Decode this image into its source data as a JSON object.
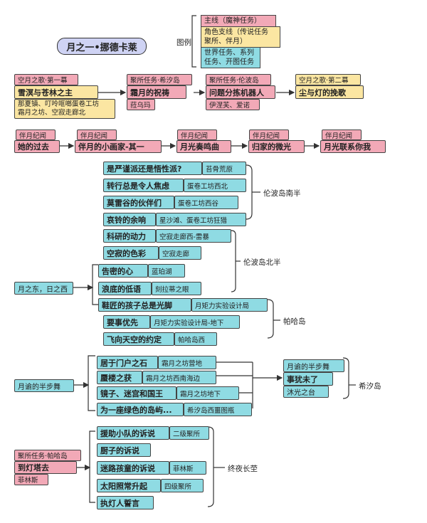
{
  "title": "月之一•挪德卡莱",
  "legend": {
    "label": "图例",
    "main": "主线（魔神任务）",
    "character": "角色支线（传说任务\n聚所、伴月）",
    "world": "世界任务、系列\n任务、开图任务"
  },
  "row1": {
    "start": {
      "tag": "空月之歌·第一幕",
      "name": "雪溟与苍林之主",
      "loc": "那夏镇、叮呤哐啷蛋卷工坊\n霜月之坊、空寂走廊北"
    },
    "n2": {
      "tag": "聚所任务·希汐岛",
      "name": "霜月的祝祷",
      "sub": "菈乌玛"
    },
    "n3": {
      "tag": "聚所任务·伦波岛",
      "name": "问题分拣机器人",
      "sub": "伊涅芙、爱诺"
    },
    "n4": {
      "tag": "空月之歌·第二幕",
      "name": "尘与灯的挽歌"
    }
  },
  "row2": [
    {
      "tag": "伴月纪闻",
      "name": "她的过去"
    },
    {
      "tag": "伴月纪闻",
      "name": "伴月的小画家-其一"
    },
    {
      "tag": "伴月纪闻",
      "name": "月光奏鸣曲"
    },
    {
      "tag": "伴月纪闻",
      "name": "归家的微光"
    },
    {
      "tag": "伴月纪闻",
      "name": "月光联系你我"
    }
  ],
  "group_east": {
    "start": "月之东，日之西",
    "south": {
      "label": "伦波岛南半",
      "items": [
        {
          "name": "是严谨派还是悟性派?",
          "loc": "苔骨荒原"
        },
        {
          "name": "转行总是令人焦虑",
          "loc": "蛋卷工坊西北"
        },
        {
          "name": "莫雷谷的伙伴们",
          "loc": "蛋卷工坊西谷"
        },
        {
          "name": "哀铃的余响",
          "loc": "星沙滩、蛋卷工坊狂猎"
        }
      ]
    },
    "north": {
      "label": "伦波岛北半",
      "items": [
        {
          "name": "科研的动力",
          "loc": "空寂走廊西-雷暴"
        },
        {
          "name": "空寂的色彩",
          "loc": "空寂走廊"
        },
        {
          "name": "告密的心",
          "loc": "蓝珀湖"
        },
        {
          "name": "浪底的低语",
          "loc": "刻拉蒂之眼"
        }
      ]
    },
    "paha": {
      "label": "帕哈岛",
      "items": [
        {
          "name": "鞋匠的孩子总是光脚",
          "loc": "月矩力实验设计局"
        },
        {
          "name": "要事优先",
          "loc": "月矩力实验设计局-地下"
        },
        {
          "name": "飞向天空的约定",
          "loc": "帕哈岛西"
        }
      ]
    }
  },
  "group_xisha": {
    "start": "月谕的半步舞",
    "label": "希汐岛",
    "items": [
      {
        "name": "居于门户之石",
        "loc": "霜月之坊营地"
      },
      {
        "name": "蜃楼之获",
        "loc": "霜月之坊西南海边"
      },
      {
        "name": "镜子、迷宫和国王",
        "loc": "霜月之坊地下"
      },
      {
        "name": "为一座绿色的岛屿...",
        "loc": "希汐岛西噩图瓶"
      }
    ],
    "right": {
      "top": "月谕的半步舞",
      "mid": "事犹未了",
      "bottom": "沐光之台"
    }
  },
  "group_night": {
    "start": {
      "tag": "聚所任务·帕哈岛",
      "name": "到灯塔去",
      "sub": "菲林斯"
    },
    "label": "终夜长茔",
    "items": [
      {
        "name": "援助小队的诉说",
        "loc": "二级聚所"
      },
      {
        "name": "厨子的诉说",
        "loc": ""
      },
      {
        "name": "迷路孩童的诉说",
        "loc": "菲林斯"
      },
      {
        "name": "太阳照常升起",
        "loc": "四级聚所"
      },
      {
        "name": "执灯人誓言",
        "loc": ""
      }
    ]
  }
}
